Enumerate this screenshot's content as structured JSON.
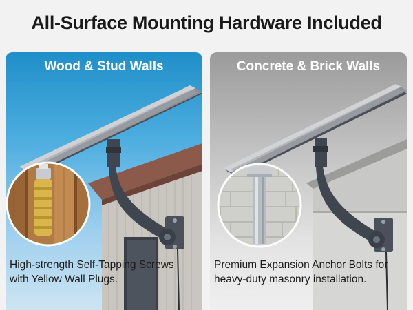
{
  "header": {
    "title": "All-Surface Mounting Hardware Included"
  },
  "panels": [
    {
      "title": "Wood & Stud Walls",
      "caption_line1": "High-strength Self-Tapping Screws",
      "caption_line2": "with Yellow Wall Plugs."
    },
    {
      "title": "Concrete & Brick Walls",
      "caption_line1": "Premium Expansion Anchor Bolts for",
      "caption_line2": "heavy-duty masonry installation."
    }
  ],
  "colors": {
    "wood_panel_sky": "#2c95cf",
    "concrete_panel_bg": "#b5b5b5",
    "bracket": "#3f4650",
    "wall_plug": "#d9b54a"
  }
}
